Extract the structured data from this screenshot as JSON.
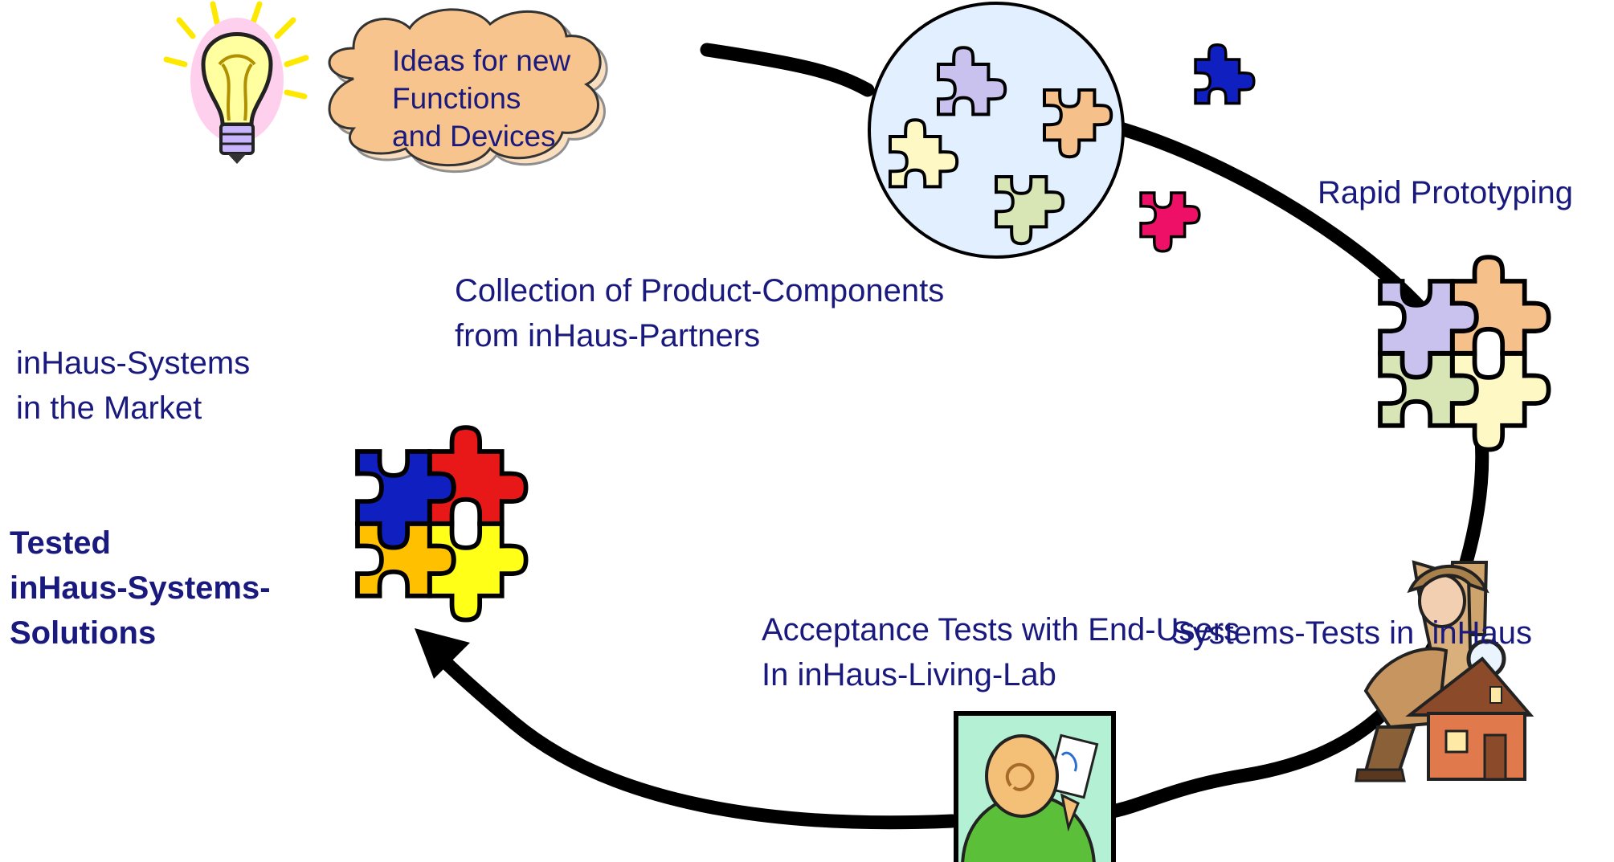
{
  "labels": {
    "ideas": [
      "Ideas for new",
      "Functions",
      "and Devices"
    ],
    "collection": [
      "Collection of Product-Components",
      "from inHaus-Partners"
    ],
    "rapid": "Rapid Prototyping",
    "market": [
      "inHaus-Systems",
      "in the Market"
    ],
    "tested": [
      "Tested",
      "inHaus-Systems-",
      "Solutions"
    ],
    "systests": "Systems-Tests in  inHaus",
    "acceptance": [
      "Acceptance Tests with End-Users",
      "In inHaus-Living-Lab"
    ]
  },
  "icons": [
    "lightbulb-icon",
    "cloud-icon",
    "component-circle",
    "puzzle-piece-icon",
    "detective-house-icon",
    "living-lab-picture-icon",
    "cycle-arrow"
  ],
  "colors": {
    "text": "#1a1a7e",
    "cloud_fill": "#f7c48d",
    "circle_fill": "#e1efff",
    "puzzle_blue": "#1020c0",
    "puzzle_red": "#e81818",
    "puzzle_orange": "#ffc000",
    "puzzle_yellow": "#ffff18",
    "puzzle_magenta": "#ee1066",
    "pastel_lavender": "#c9c2ee",
    "pastel_orange": "#f6c08a",
    "pastel_green": "#d7e6b4",
    "pastel_yellow": "#fdf8c4",
    "lab_frame_fill": "#b4f0d4"
  }
}
